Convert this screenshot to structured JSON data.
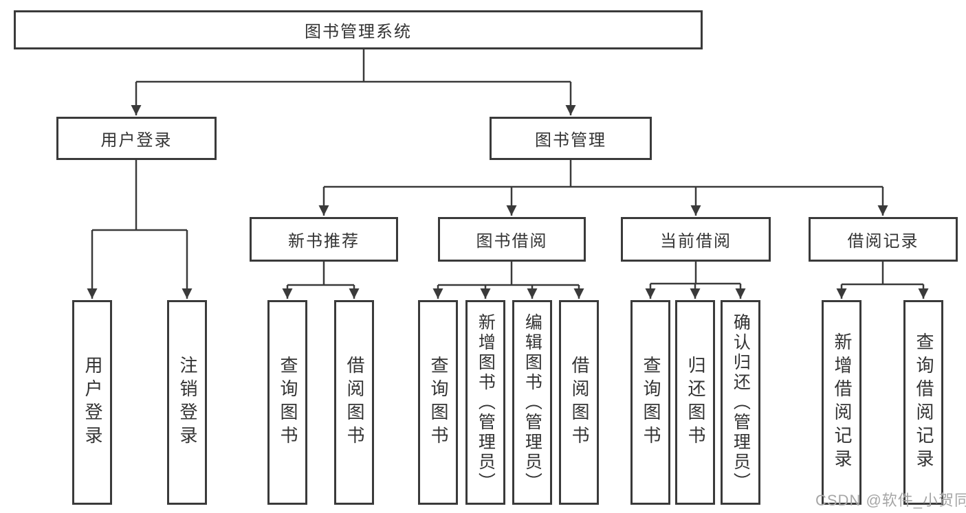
{
  "diagram": {
    "root": {
      "label": "图书管理系统"
    },
    "branches": {
      "user_login": {
        "label": "用户登录",
        "leaves": [
          "用户登录",
          "注销登录"
        ]
      },
      "book_management": {
        "label": "图书管理",
        "sections": [
          {
            "label": "新书推荐",
            "leaves": [
              "查询图书",
              "借阅图书"
            ]
          },
          {
            "label": "图书借阅",
            "leaves": [
              "查询图书",
              "新增图书（管理员）",
              "编辑图书（管理员）",
              "借阅图书"
            ]
          },
          {
            "label": "当前借阅",
            "leaves": [
              "查询图书",
              "归还图书",
              "确认归还（管理员）"
            ]
          },
          {
            "label": "借阅记录",
            "leaves": [
              "新增借阅记录",
              "查询借阅记录"
            ]
          }
        ]
      }
    },
    "watermark": "CSDN @软件_小贺同学",
    "colors": {
      "line": "#3a3a3a",
      "text": "#333333",
      "watermark": "#a6a6a6",
      "background": "#ffffff"
    }
  }
}
